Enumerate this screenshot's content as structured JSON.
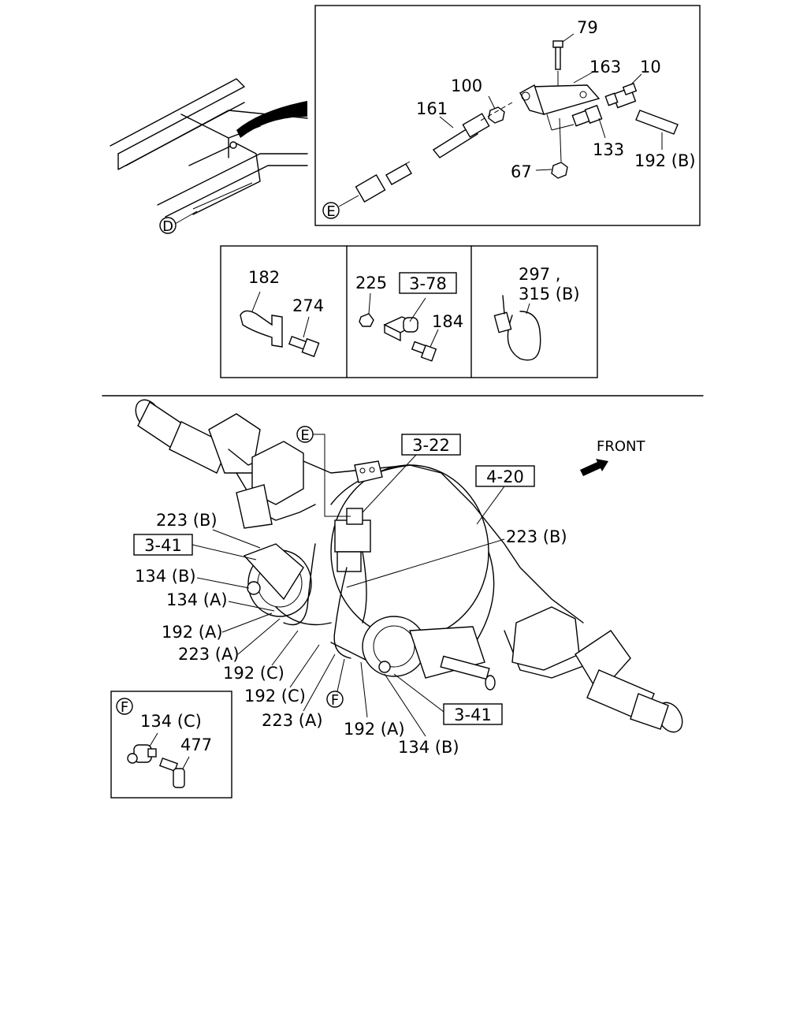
{
  "top_detail": {
    "callout": "E",
    "frame_callout": "D",
    "labels": {
      "p79": "79",
      "p163": "163",
      "p10": "10",
      "p100": "100",
      "p161": "161",
      "p133": "133",
      "p192b": "192 (B)",
      "p67": "67"
    }
  },
  "mid_panels": {
    "left": {
      "p182": "182",
      "p274": "274"
    },
    "center": {
      "p225": "225",
      "ref": "3-78",
      "p184": "184"
    },
    "right": {
      "p297": "297 ,",
      "p315b": "315 (B)"
    }
  },
  "main": {
    "callout_e": "E",
    "callout_f": "F",
    "ref_322": "3-22",
    "ref_420": "4-20",
    "ref_341_left": "3-41",
    "ref_341_right": "3-41",
    "front": "FRONT",
    "labels": {
      "l223b_top": "223 (B)",
      "l223b_right": "223 (B)",
      "l134b_left": "134 (B)",
      "l134a": "134 (A)",
      "l192a_1": "192 (A)",
      "l223a_1": "223 (A)",
      "l192c_1": "192 (C)",
      "l192c_2": "192 (C)",
      "l223a_2": "223 (A)",
      "l192a_2": "192 (A)",
      "l134b_bottom": "134 (B)"
    }
  },
  "inset_f": {
    "callout": "F",
    "p134c": "134 (C)",
    "p477": "477"
  }
}
